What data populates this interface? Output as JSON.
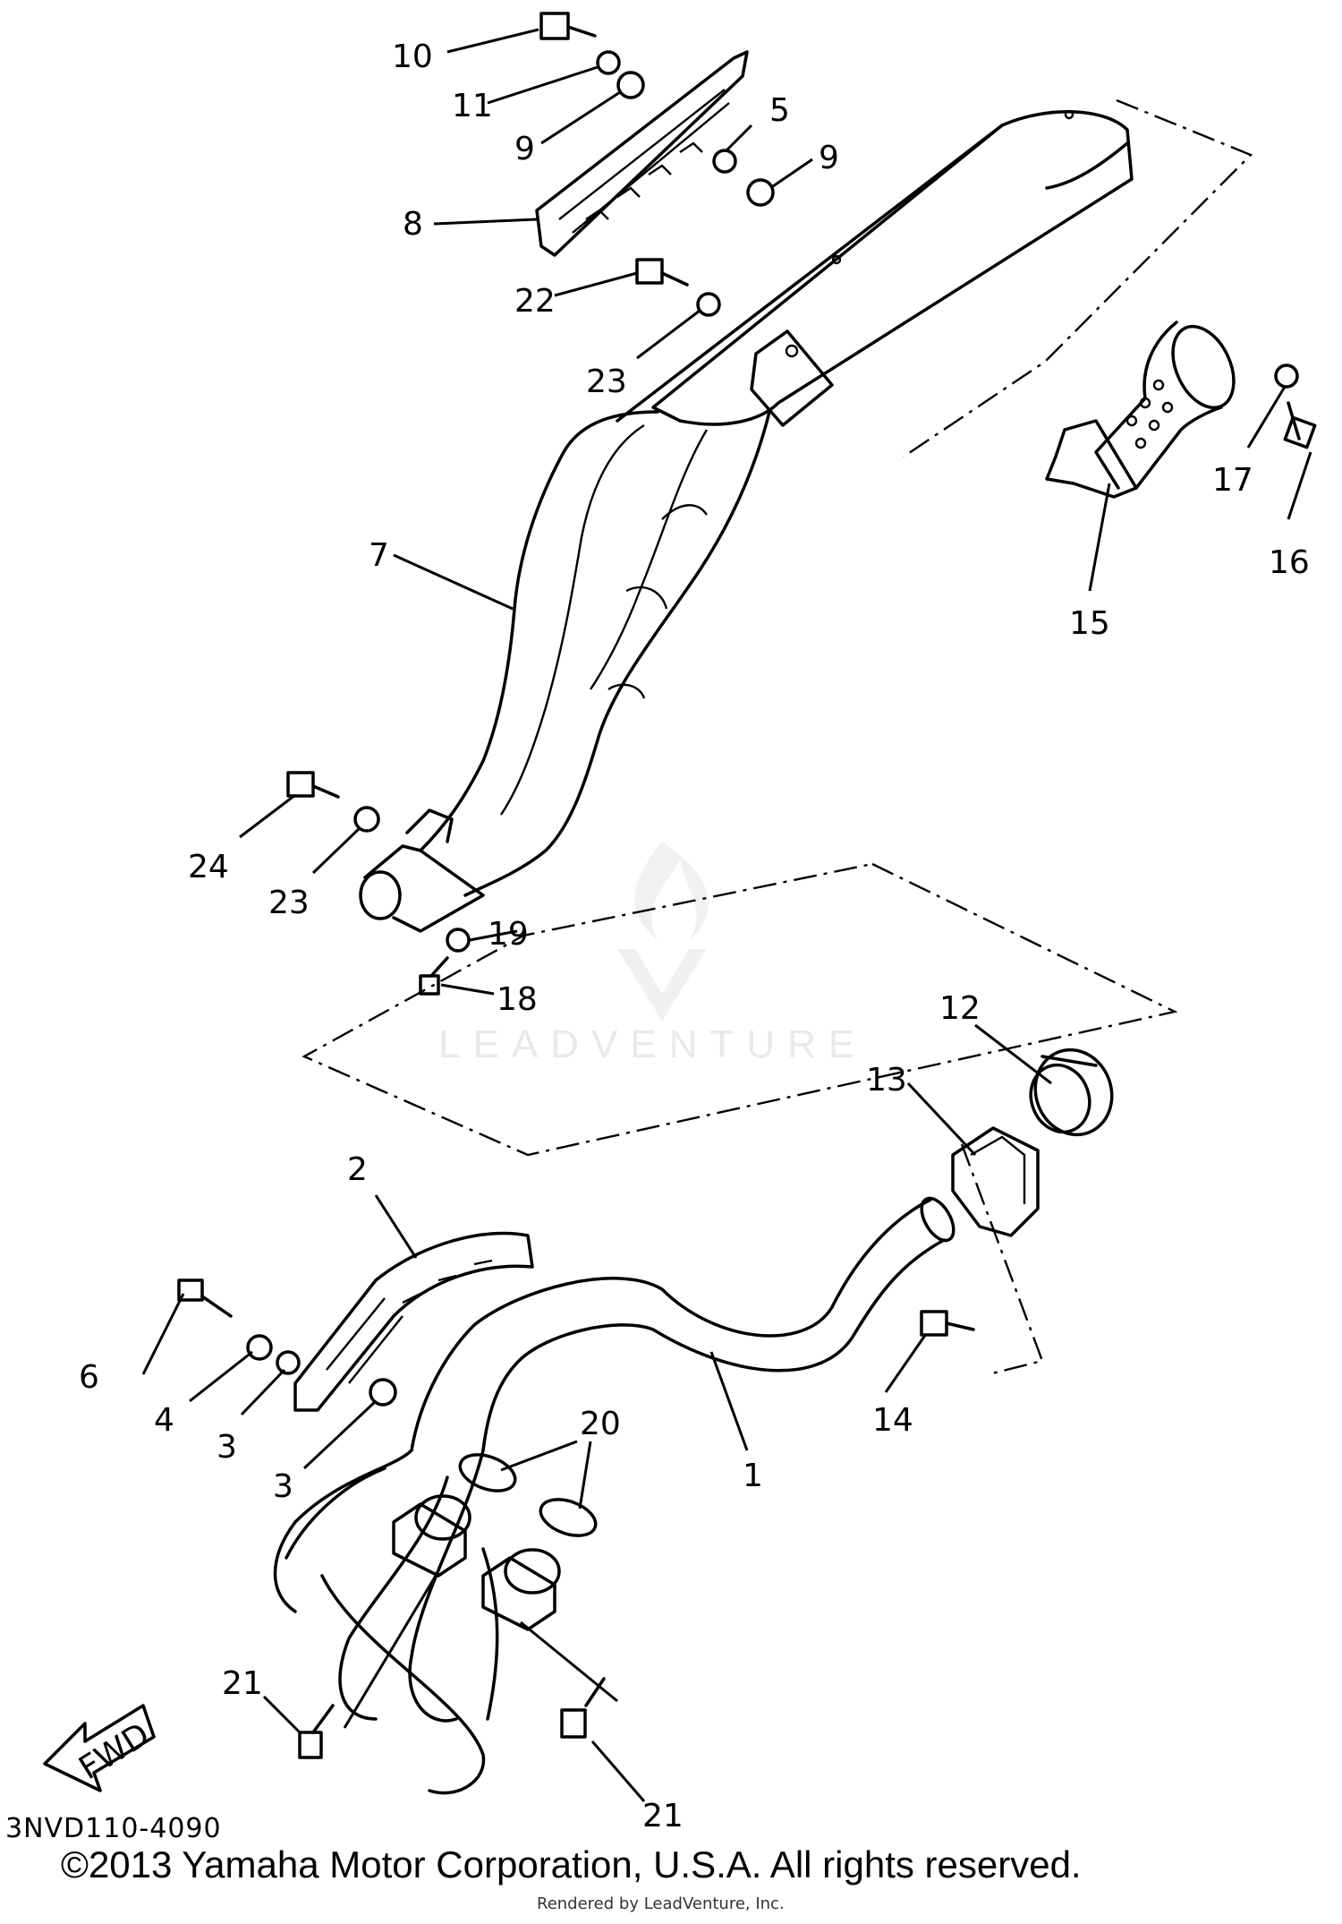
{
  "diagram": {
    "callouts": [
      "1",
      "2",
      "3",
      "3",
      "4",
      "5",
      "6",
      "7",
      "8",
      "9",
      "9",
      "10",
      "11",
      "12",
      "13",
      "14",
      "15",
      "16",
      "17",
      "18",
      "19",
      "20",
      "21",
      "21",
      "22",
      "23",
      "23",
      "24"
    ],
    "fwd_label": "FWD",
    "watermark": "LEADVENTURE",
    "drawing_code": "3NVD110-4090",
    "copyright": "©2013 Yamaha Motor Corporation, U.S.A. All rights reserved.",
    "rendered_by": "Rendered by LeadVenture, Inc."
  }
}
